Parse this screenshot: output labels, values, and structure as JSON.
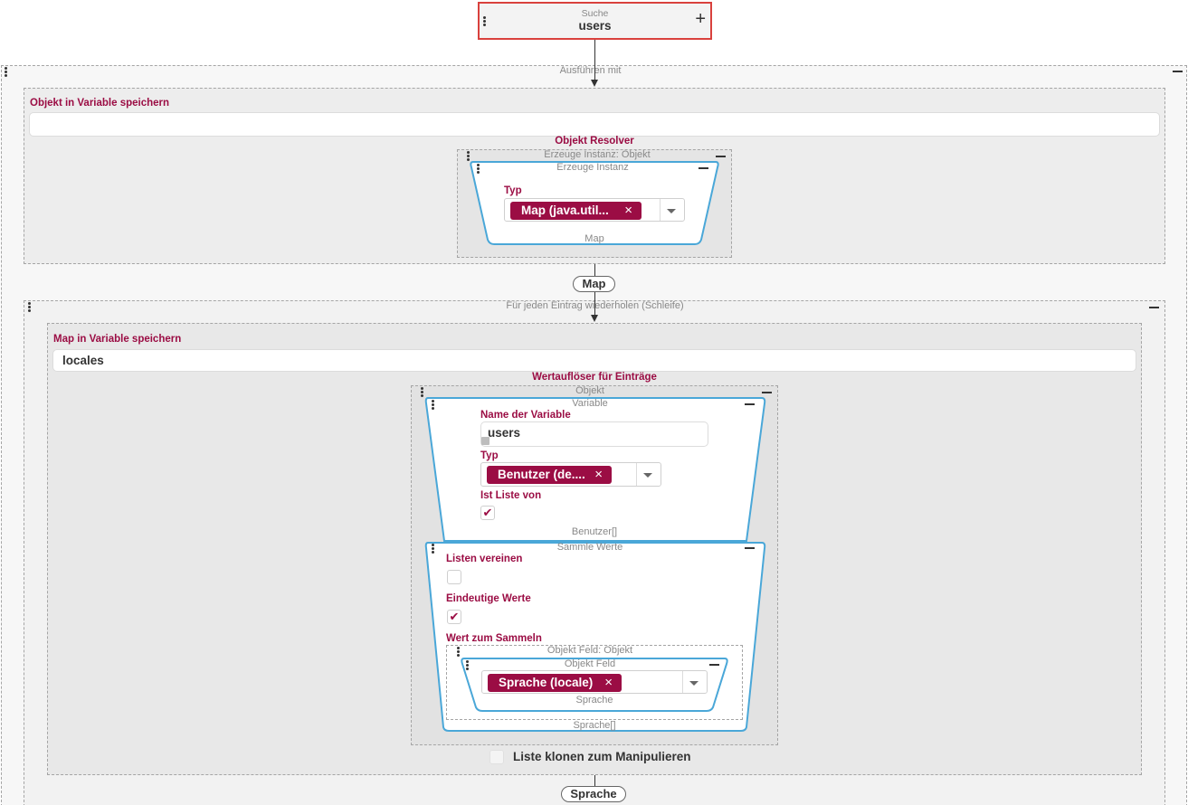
{
  "search_node": {
    "caption": "Suche",
    "value": "users"
  },
  "execute_with": {
    "caption": "Ausführen mit"
  },
  "save_object": {
    "label": "Objekt in Variable speichern",
    "value": ""
  },
  "object_resolver": {
    "label": "Objekt Resolver",
    "outer_caption": "Erzeuge Instanz: Objekt",
    "inner_caption": "Erzeuge Instanz",
    "type_label": "Typ",
    "type_chip": "Map (java.util...",
    "footer": "Map"
  },
  "connector_map": "Map",
  "loop": {
    "caption": "Für jeden Eintrag wiederholen (Schleife)"
  },
  "save_map": {
    "label": "Map in Variable speichern",
    "value": "locales"
  },
  "entry_resolver": {
    "label": "Wertauflöser für Einträge",
    "outer_caption": "Objekt",
    "variable": {
      "caption": "Variable",
      "name_label": "Name der Variable",
      "name_value": "users",
      "type_label": "Typ",
      "type_chip": "Benutzer (de....",
      "is_list_label": "Ist Liste von",
      "is_list_checked": "✔",
      "footer": "Benutzer[]"
    },
    "collect": {
      "caption": "Sammle Werte",
      "merge_label": "Listen vereinen",
      "unique_label": "Eindeutige Werte",
      "unique_checked": "✔",
      "collect_value_label": "Wert zum Sammeln",
      "field_outer_caption": "Objekt Feld: Objekt",
      "field_caption": "Objekt Feld",
      "field_chip": "Sprache (locale)",
      "field_footer": "Sprache",
      "footer": "Sprache[]"
    }
  },
  "clone_list": {
    "label": "Liste klonen zum Manipulieren"
  },
  "connector_sprache": "Sprache",
  "icons": {
    "remove": "×",
    "add": "+",
    "check": "✔"
  },
  "colors": {
    "accent": "#9b0d44",
    "node_border": "#4aa7d8",
    "selected_border": "#d9413d"
  }
}
